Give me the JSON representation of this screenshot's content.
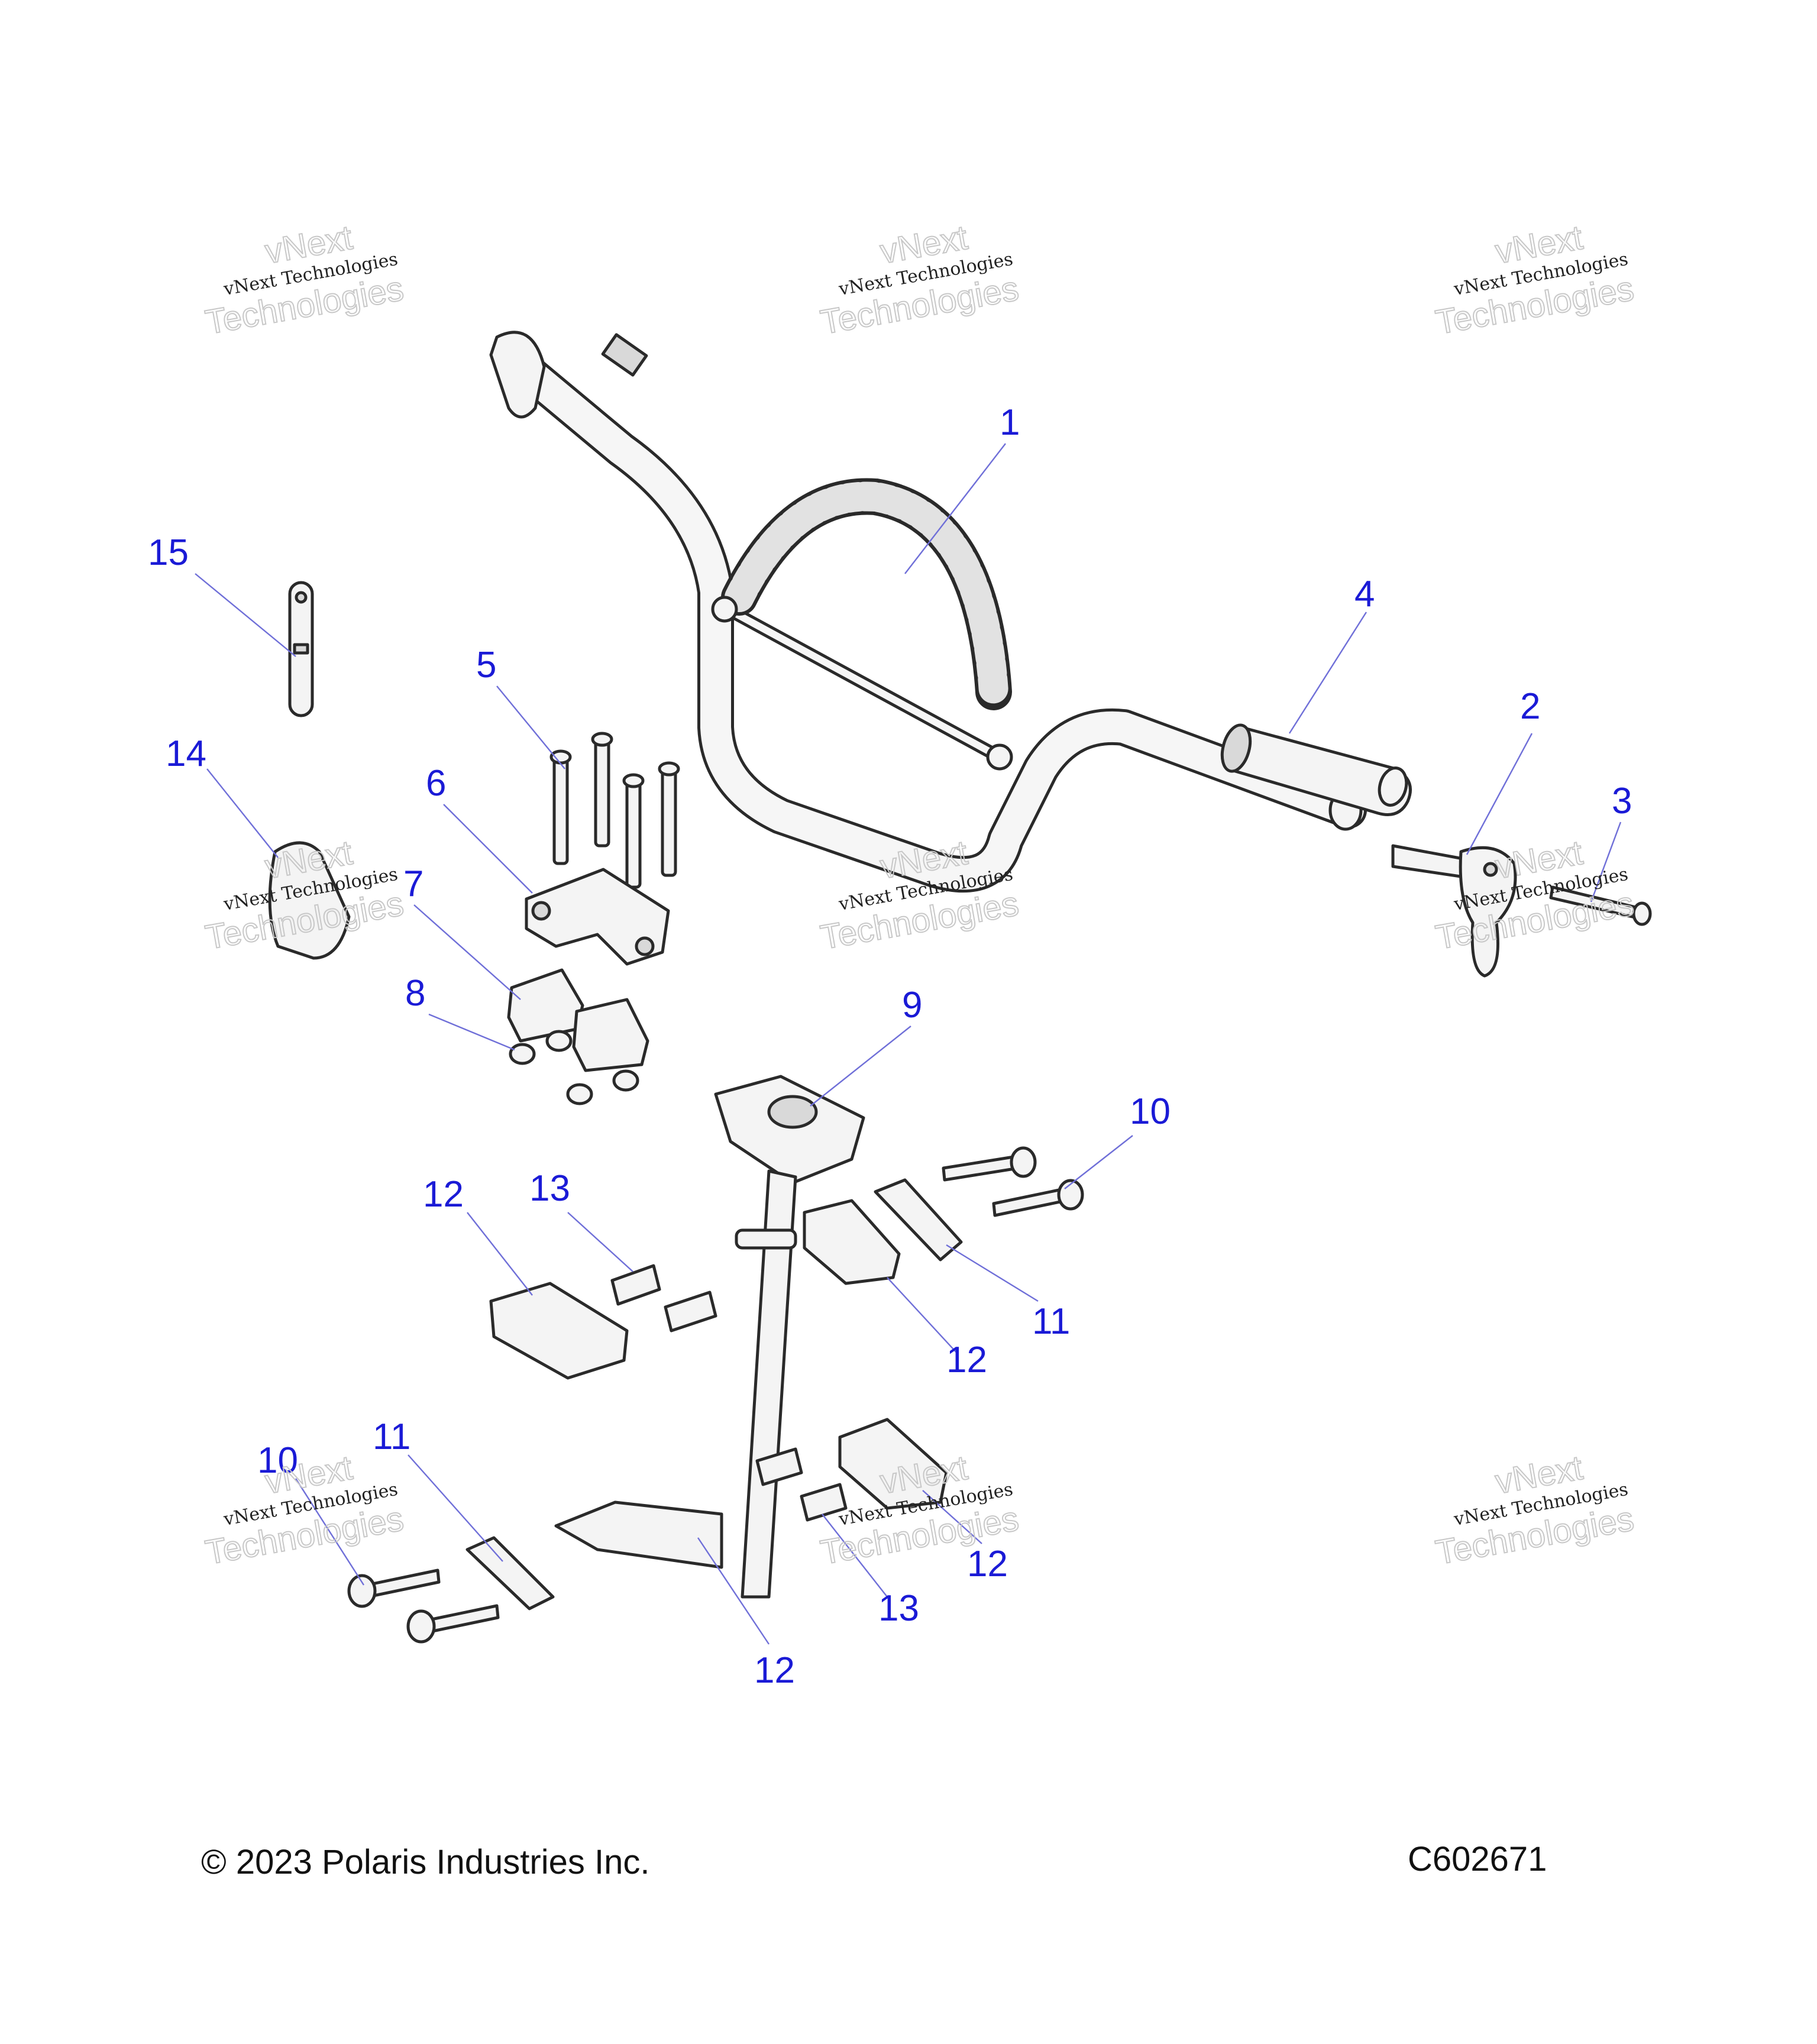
{
  "copyright": "© 2023 Polaris Industries Inc.",
  "diagram_code": "C602671",
  "watermark": {
    "line1": "vNext",
    "line2": "vNext Technologies",
    "line3": "Technologies"
  },
  "callouts": {
    "c1": "1",
    "c2": "2",
    "c3": "3",
    "c4": "4",
    "c5": "5",
    "c6": "6",
    "c7": "7",
    "c8": "8",
    "c9": "9",
    "c10a": "10",
    "c10b": "10",
    "c11a": "11",
    "c11b": "11",
    "c12a": "12",
    "c12b": "12",
    "c12c": "12",
    "c12d": "12",
    "c13a": "13",
    "c13b": "13",
    "c14": "14",
    "c15": "15"
  }
}
